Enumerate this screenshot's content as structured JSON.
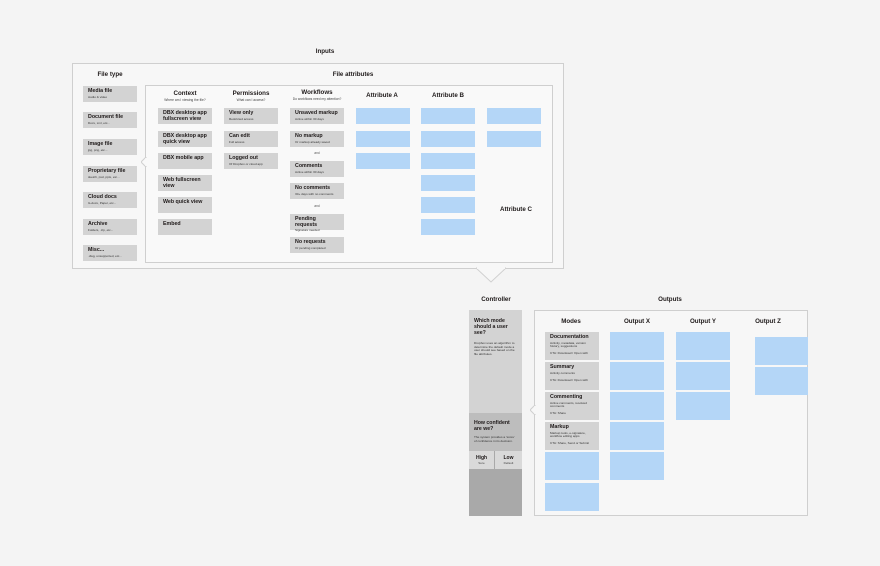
{
  "inputs": {
    "title": "Inputs",
    "file_type": {
      "heading": "File type",
      "items": [
        {
          "title": "Media file",
          "sub": "Audio & video"
        },
        {
          "title": "Document file",
          "sub": "Docx, xml, etc..."
        },
        {
          "title": "Image file",
          "sub": "jpg, png, etc..."
        },
        {
          "title": "Proprietary file",
          "sub": "sketch, psd, pptx, etc..."
        },
        {
          "title": "Cloud docs",
          "sub": "G-docs, Paper, etc..."
        },
        {
          "title": "Archive",
          "sub": "Folders, .zip, etc..."
        },
        {
          "title": "Misc...",
          "sub": ".dwg, unsupported, etc..."
        }
      ]
    },
    "file_attributes": {
      "heading": "File attributes",
      "context": {
        "heading": "Context",
        "sub": "Where am I viewing the file?",
        "items": [
          "DBX desktop app fullscreen view",
          "DBX desktop app quick view",
          "DBX mobile app",
          "Web fullscreen view",
          "Web quick view",
          "Embed"
        ]
      },
      "permissions": {
        "heading": "Permissions",
        "sub": "What can I access?",
        "items": [
          {
            "title": "View only",
            "sub": "Restricted access"
          },
          {
            "title": "Can edit",
            "sub": "Full access"
          },
          {
            "title": "Logged out",
            "sub": "Of Dropbox or cloud app"
          }
        ]
      },
      "workflows": {
        "heading": "Workflows",
        "sub": "Do workflows need my attention?",
        "items": [
          {
            "title": "Unsaved markup",
            "sub": "Active within 30 days"
          },
          {
            "title": "No markup",
            "sub": "Or markup already saved"
          },
          {
            "title": "Comments",
            "sub": "Active within 30 days"
          },
          {
            "title": "No comments",
            "sub": "30+ days with no comments"
          },
          {
            "title": "Pending requests",
            "sub": "Signature needed"
          },
          {
            "title": "No requests",
            "sub": "Or pending completed"
          }
        ],
        "connector": "and"
      },
      "attribute_a": "Attribute A",
      "attribute_b": "Attribute B",
      "attribute_c": "Attribute C"
    }
  },
  "controller": {
    "title": "Controller",
    "question1": "Which mode should a user see?",
    "desc1": "Dropbox uses an algorithm to determine the default mode a user should see based on the file attributes.",
    "question2": "How confident are we?",
    "desc2": "The system provides a 'score' of confidence in its decision.",
    "high": "High",
    "high_sub": "Sure",
    "low": "Low",
    "low_sub": "Default"
  },
  "outputs": {
    "title": "Outputs",
    "modes": {
      "heading": "Modes",
      "items": [
        {
          "title": "Documentation",
          "sub": "Activity, metadata, version history, suggestions",
          "extra": "CTA: Download / Open with"
        },
        {
          "title": "Summary",
          "sub": "Activity comments",
          "extra": "CTA: Download / Open with"
        },
        {
          "title": "Commenting",
          "sub": "Active comments, resolved comments",
          "extra": "CTA: Share"
        },
        {
          "title": "Markup",
          "sub": "Markup tools, e-signature, workflow editing apps",
          "extra": "CTA: Share, Send or Submit"
        }
      ]
    },
    "output_x": "Output X",
    "output_y": "Output Y",
    "output_z": "Output Z"
  }
}
